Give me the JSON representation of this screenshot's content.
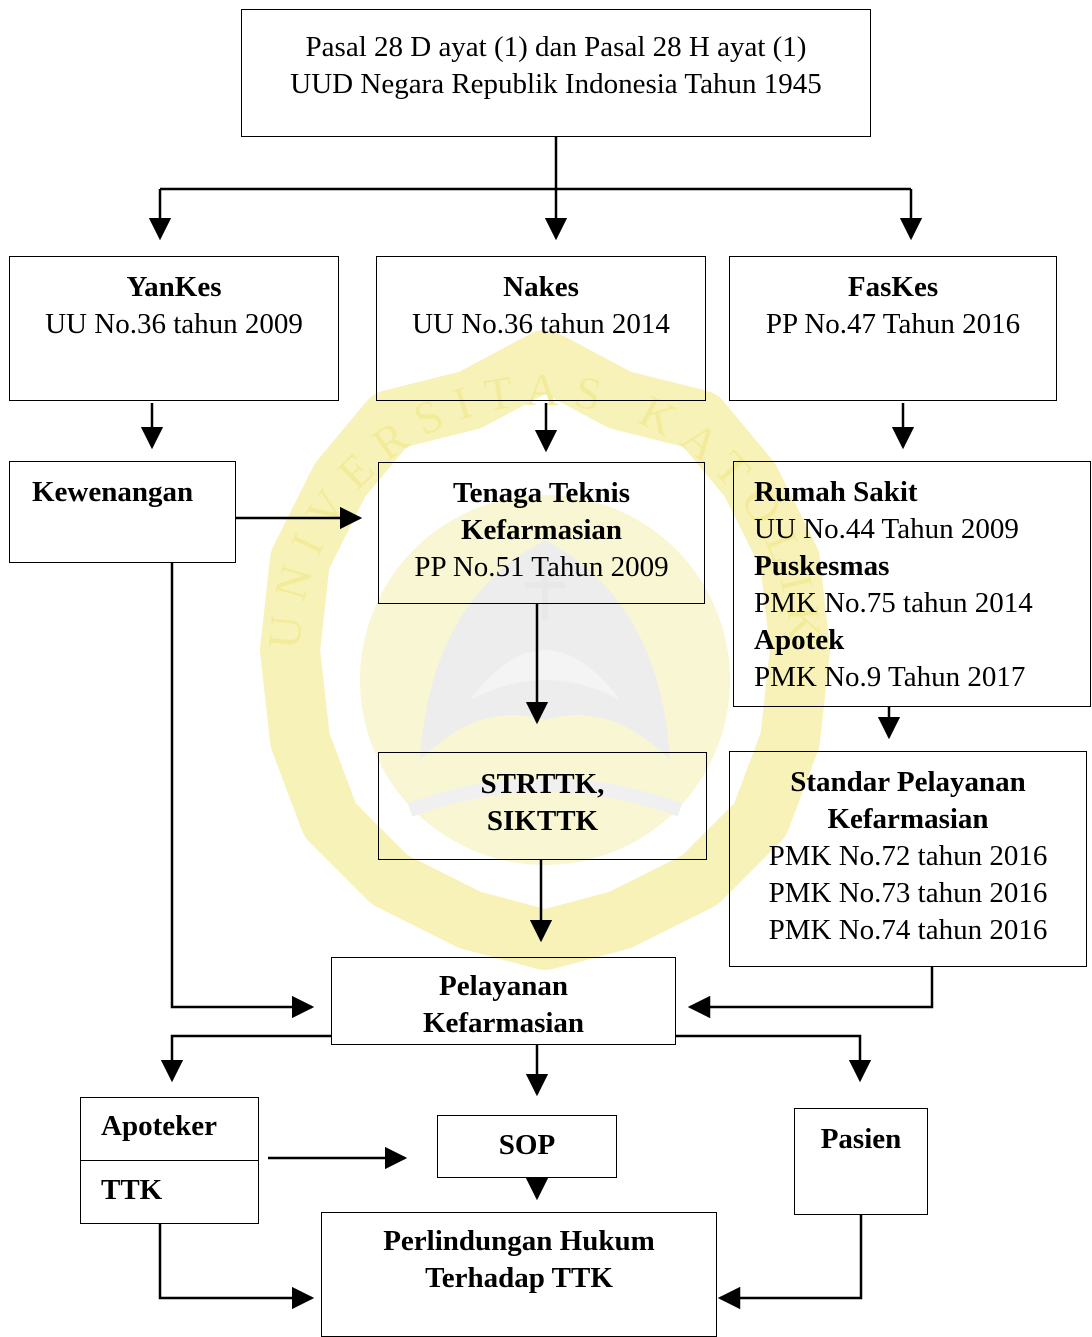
{
  "top_box": {
    "line1": "Pasal 28 D ayat (1) dan Pasal 28 H ayat (1)",
    "line2": "UUD Negara Republik Indonesia Tahun 1945"
  },
  "yankes": {
    "title": "YanKes",
    "law": "UU No.36 tahun 2009"
  },
  "nakes": {
    "title": "Nakes",
    "law": "UU No.36 tahun 2014"
  },
  "faskes": {
    "title": "FasKes",
    "law": "PP No.47 Tahun 2016"
  },
  "kewenangan": {
    "title": "Kewenangan"
  },
  "ttk": {
    "title1": "Tenaga Teknis",
    "title2": "Kefarmasian",
    "law": "PP No.51 Tahun 2009"
  },
  "facilities": {
    "rs_title": "Rumah Sakit",
    "rs_law": "UU No.44 Tahun 2009",
    "pusk_title": "Puskesmas",
    "pusk_law": "PMK No.75 tahun 2014",
    "apotek_title": "Apotek",
    "apotek_law": "PMK No.9 Tahun 2017"
  },
  "strttk": {
    "line1": "STRTTK,",
    "line2": "SIKTTK"
  },
  "standar": {
    "title1": "Standar Pelayanan",
    "title2": "Kefarmasian",
    "law1": "PMK No.72 tahun 2016",
    "law2": "PMK No.73 tahun 2016",
    "law3": "PMK No.74 tahun 2016"
  },
  "pelayanan": {
    "line1": "Pelayanan",
    "line2": "Kefarmasian"
  },
  "apoteker": {
    "top": "Apoteker",
    "bottom": "TTK"
  },
  "sop": {
    "title": "SOP"
  },
  "pasien": {
    "title": "Pasien"
  },
  "perlindungan": {
    "line1": "Perlindungan Hukum",
    "line2": "Terhadap TTK"
  },
  "watermark": {
    "text": "UNIVERSITAS KATOLIK SOEGIJAPRANATA",
    "color": "#f5ef9a"
  }
}
